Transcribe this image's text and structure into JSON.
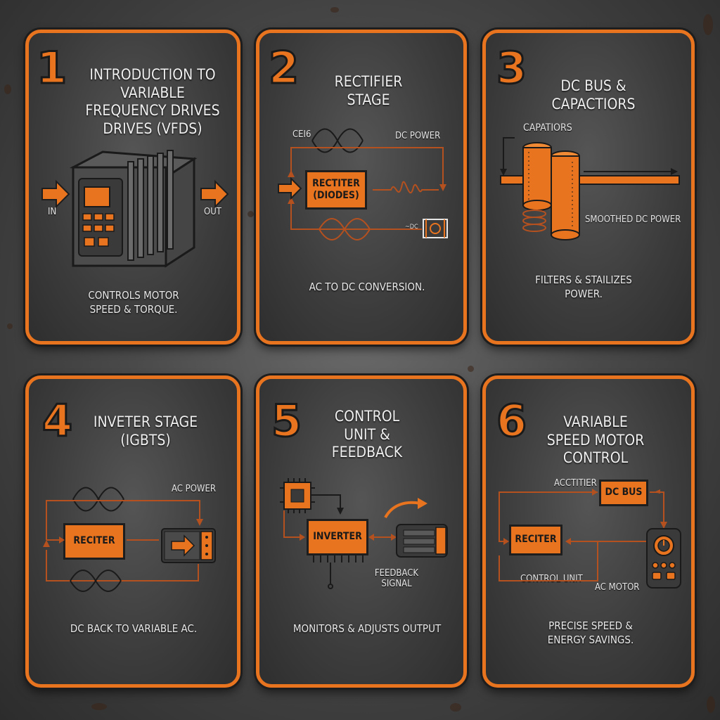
{
  "colors": {
    "accent": "#e8741f",
    "panel": "#3c3c3c",
    "outline": "#1e1e1e",
    "wire": "#b5501f"
  },
  "cards": [
    {
      "number": "1",
      "title": "INTRODUCTION TO VARIABLE FREQUENCY DRIVES DRIVES (VFDs)",
      "caption": "CONTROLS MOTOR SPEED & TORQUE.",
      "labels": {
        "in": "IN",
        "out": "OUT"
      },
      "icon": "vfd-drive-icon"
    },
    {
      "number": "2",
      "title": "RECTIFIER STAGE",
      "caption": "AC TO DC CONVERSION.",
      "labels": {
        "ac": "CEI6",
        "dc_power": "DC POWER",
        "box": "RECTITER (DIODES)",
        "small": "~DC"
      }
    },
    {
      "number": "3",
      "title": "DC BUS & CAPACTIORS",
      "caption": "FILTERS & STAILIZES POWER.",
      "labels": {
        "capatiors": "CAPATIORS",
        "smoothed": "SMOOTHED DC POWER"
      }
    },
    {
      "number": "4",
      "title": "INVETER STAGE (IGBTs)",
      "caption": "DC BACK TO VARIABLE AC.",
      "labels": {
        "ac_power": "AC POWER",
        "box": "RECITER"
      }
    },
    {
      "number": "5",
      "title": "CONTROL UNIT & FEEDBACK",
      "caption": "MONITORS & ADJUSTS OUTPUT",
      "labels": {
        "box": "INVERTER",
        "feedback": "FEEDBACK SIGNAL"
      }
    },
    {
      "number": "6",
      "title": "VARIABLE SPEED MOTOR CONTROL",
      "caption": "PRECISE SPEED & ENERGY SAVINGS.",
      "labels": {
        "acctitier": "ACCTITIER",
        "dc_bus": "DC BUS",
        "reciter": "RECITER",
        "control_unit": "CONTROL UNIT",
        "ac_motor": "AC MOTOR"
      }
    }
  ]
}
